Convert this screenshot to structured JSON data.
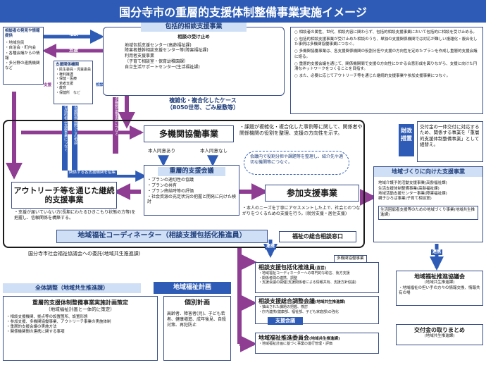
{
  "title": "国分寺市の重層的支援体制整備事業実施イメージ",
  "left_panel": {
    "heading": "相談者の発見や情報提供",
    "items": [
      "・地域住民",
      "・自治会・町内会",
      "・各種会議からの情報",
      "・多分野の連携機関など"
    ],
    "inner_heading": "支援関係機関",
    "inner_items": [
      "・民生委員・児童委員",
      "・権利擁護",
      "・保健・医療",
      "・若者支援",
      "・教育",
      "・保健所　など"
    ]
  },
  "arrow_labels": {
    "consult": "相談",
    "support1": "支援",
    "support2": "支援",
    "consult2": "相談",
    "connect": "関係する各支援機関を招集",
    "side1": "包括的相談支援事業につなぐ",
    "side2": "多機関協働事業につなぐ",
    "side3": "支援関係機関からの相談",
    "coop1": "連携",
    "coop2": "連携"
  },
  "houkatsu": {
    "title": "包括的相談支援事業",
    "subtitle": "相談の受け止め",
    "items": [
      "地域包括支援センター(高齢福祉課)",
      "障害者基幹相談支援センター等(障害福祉課)",
      "利用者支援事業",
      "（子育て相談室・保育幼稚園課）",
      "自立生活サポートセンター(生活福祉課)"
    ]
  },
  "notes": [
    "相談者の属性、世代、相談内容に関わらず、包括的相談支援事業において包括的に相談を受け止める。",
    "包括的相談支援事業が受け止めた相談のうち、単独の支援関係機関では対応が難しい複雑化・複合化した事例は多機関協働事業につなぐ。",
    "多機関協働事業は、各支援関係機関の役割分担や支援の方向性を定めたプランを作成し重層的支援会議に諮る。",
    "重層的支援会議を通じて、関係機関間で支援の方向性にかかる合意形成を図りながら、支援に向けた円滑なネットワークをつくることを目指す。",
    "また、必要に応じてアウトリーチ等を通じた継続的支援事業や参加支援事業につなぐ。"
  ],
  "complex_case": {
    "label": "複雑化・複合化したケース",
    "sub": "（8050世帯、ごみ屋敷等）"
  },
  "takikan": {
    "title": "多機関協働事業",
    "desc": "・課題が複雑化・複合化した事例等に関して、関係者や関係機関の役割を整理、支援の方向性を示す。",
    "consent_yes": "本人同意あり",
    "consent_no": "本人同意なし"
  },
  "conference": {
    "title": "重層的支援会議",
    "items": [
      "・プランの適切性の協議",
      "・プランの共有",
      "・プラン終結時等の評価",
      "・社会資源の充足状況の把握と開発に向けた検討"
    ]
  },
  "cloud": "会議内で役割分担や課題等を整理し、紹介先や適切な機関等につなぐ。",
  "outreach": {
    "title": "アウトリーチ等を通じた継続的支援事業",
    "desc": "・支援が届いていない方(長期にわたるひきこもり状態の方等)を把握し、信頼関係を構築する。"
  },
  "participation": {
    "title": "参加支援事業",
    "desc": "・本人のニーズを丁寧にアセスメントした上で、社会とのつながりをつくるための支援を行う。(就労支援・居住支援)"
  },
  "coordinator": "地域福祉コーディネーター（相談支援包括化推進員）",
  "general_window": "福祉の総合相談窓口",
  "commission": "国分寺市社会福祉協議会への委託(地域共生推進課)",
  "finance": {
    "label": "財政措置",
    "text": "交付金の一体交付に対応するため、関係する事業を「重層的支援体制整備事業」として組替え。"
  },
  "community": {
    "title": "地域づくりに向けた支援事業",
    "items": [
      "地域介護予防活動支援事業(高齢福祉課)",
      "生活支援体制整備事業(高齢福祉課)",
      "地域活動支援センター事業(障害福祉課)",
      "親子ひろば事業(子育て相談室)"
    ],
    "sub": "生活困窮者支援等のための地域づくり事業(地域共生推進課)"
  },
  "tamoku": "多機関協働事業",
  "suishinin": {
    "title": "相談支援包括化推進員",
    "title_note": "(直営)",
    "items": [
      "・地域福祉コーディネーターへの専門的な助言、後方支援",
      "・関係者間の連携、調整",
      "・支援会議の開催(支援関係者による情報共有、支援方針協議)"
    ]
  },
  "sougou": {
    "title": "相談支援総合調整会議",
    "title_note": "(地域共生推進課)",
    "items": [
      "・抽出された課題の把握、検討",
      "・庁内連携(健康部、福祉部、子ども家庭部)の強化"
    ]
  },
  "shien_kaigi": "支援会議",
  "suishin_iinkai": {
    "title": "地域福祉推進委員会",
    "title_note": "(地域共生推進課)",
    "item": "・地域福祉計画に基づく事業の進行管理・評価"
  },
  "zentai": "全体調整（地域共生推進課）",
  "fukushi_keikaku": "地域福祉計画",
  "plan": {
    "title": "重層的支援体制整備事業実施計画策定",
    "sub": "（地域福祉計画と一体的に策定）",
    "items": [
      "・相談支援機関、拠点等の設置箇所、設置形態",
      "・参加支援、多機関協働事業、アウトリーチ事業の実施体制",
      "・重層的支援会議の実施方法",
      "・関係機関間の連携に関する事項"
    ]
  },
  "kobetsu": {
    "title": "個別計画",
    "text": "高齢者、障害者(児)、子ども若者、健康増進、成年後見、自殺対策、再犯防止"
  },
  "kyougikai": {
    "title": "地域福祉推進協議会",
    "title_note": "(地域共生推進課)",
    "item": "・地域福祉の担い手の方々の情報交換、情報共有の場"
  },
  "matome": {
    "title": "交付金の取りまとめ",
    "title_note": "(地域共生推進課)"
  },
  "colors": {
    "title_bg": "#2d5bb5",
    "arrow_purple": "#8e3d93",
    "border": "#3a4f8a",
    "light_blue": "#cfe0f6"
  }
}
